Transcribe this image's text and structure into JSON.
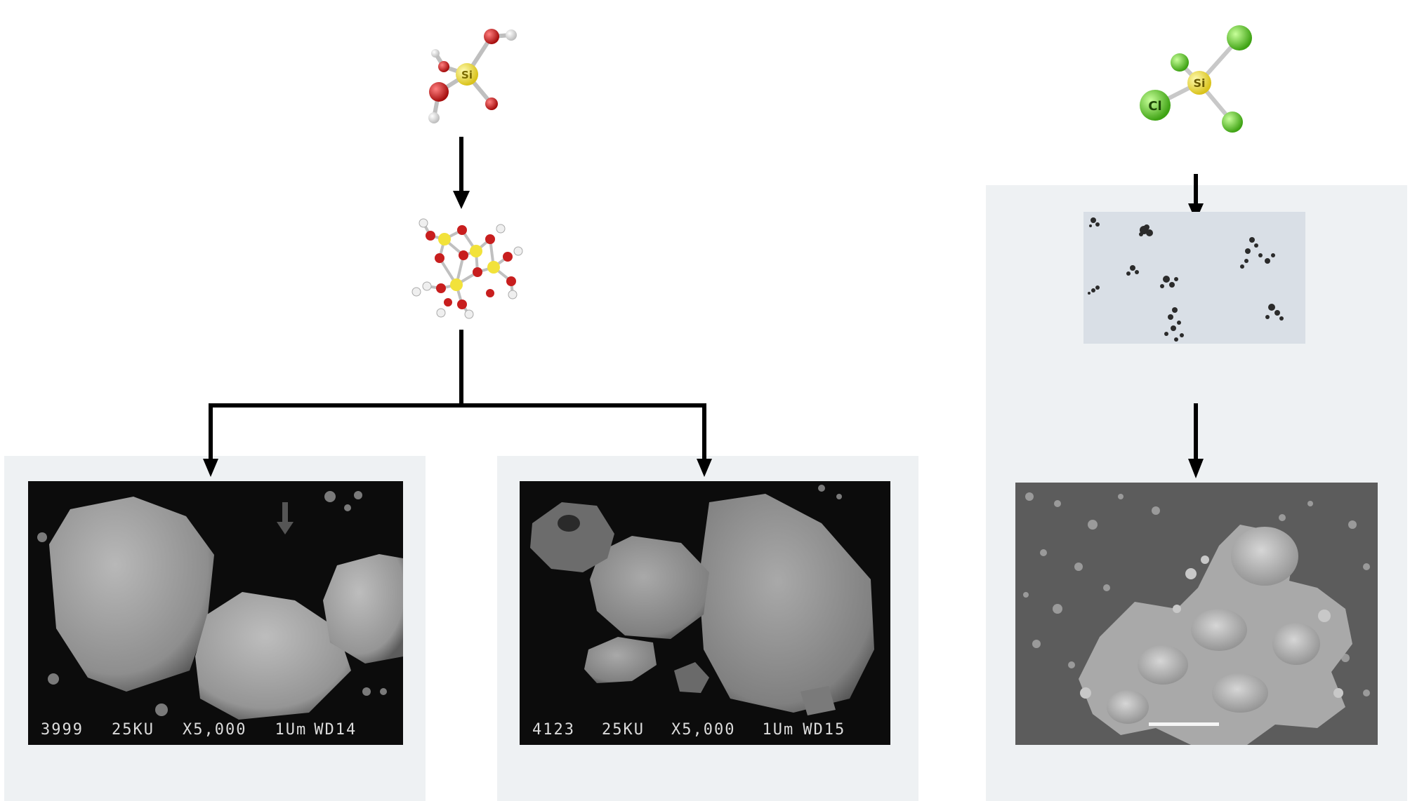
{
  "molecules": {
    "silicic_acid": {
      "center_atom": "Si"
    },
    "silica_cluster": {},
    "silicon_tetrachloride": {
      "center_atom": "Si",
      "ligand_atom": "Cl"
    }
  },
  "sem_images": {
    "left": {
      "sample_id": "3999",
      "voltage": "25KU",
      "magnification": "X5,000",
      "scale": "1Um",
      "working_distance": "WD14"
    },
    "middle": {
      "sample_id": "4123",
      "voltage": "25KU",
      "magnification": "X5,000",
      "scale": "1Um",
      "working_distance": "WD15"
    }
  },
  "colors": {
    "silicon": "#f2e23a",
    "oxygen": "#c81e1e",
    "hydrogen": "#f2f2f2",
    "chlorine": "#6fd03a",
    "arrow": "#000000",
    "panel": "#eef1f3"
  }
}
